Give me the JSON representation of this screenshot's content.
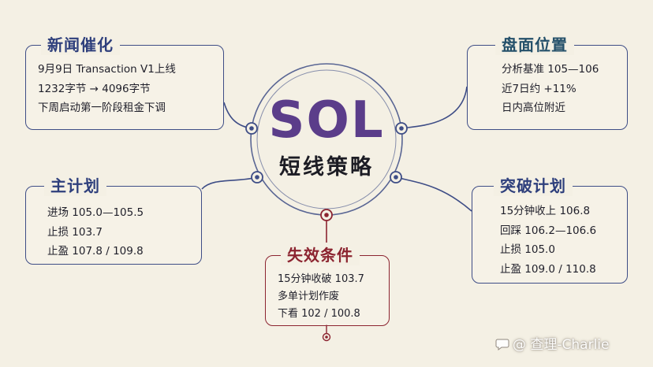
{
  "center": {
    "title": "SOL",
    "subtitle": "短线策略"
  },
  "news": {
    "title": "新闻催化",
    "lines": [
      "9月9日 Transaction V1上线",
      "1232字节 → 4096字节",
      "下周启动第一阶段租金下调"
    ]
  },
  "market": {
    "title": "盘面位置",
    "lines": [
      "分析基准 105—106",
      "近7日约 +11%",
      "日内高位附近"
    ]
  },
  "main_plan": {
    "title": "主计划",
    "lines": [
      "进场 105.0—105.5",
      "止损 103.7",
      "止盈 107.8 / 109.8"
    ]
  },
  "breakout_plan": {
    "title": "突破计划",
    "lines": [
      "15分钟收上 106.8",
      "回踩 106.2—106.6",
      "止损 105.0",
      "止盈 109.0 / 110.8"
    ]
  },
  "invalidation": {
    "title": "失效条件",
    "lines": [
      "15分钟收破 103.7",
      "多单计划作废",
      "下看 102 / 100.8"
    ]
  },
  "watermark": {
    "text": "@ 查理-Charlie"
  },
  "colors": {
    "background": "#f4f0e4",
    "navy": "#2e3f7c",
    "accent_red": "#8c2430",
    "title_purple": "#5b3d8a"
  }
}
